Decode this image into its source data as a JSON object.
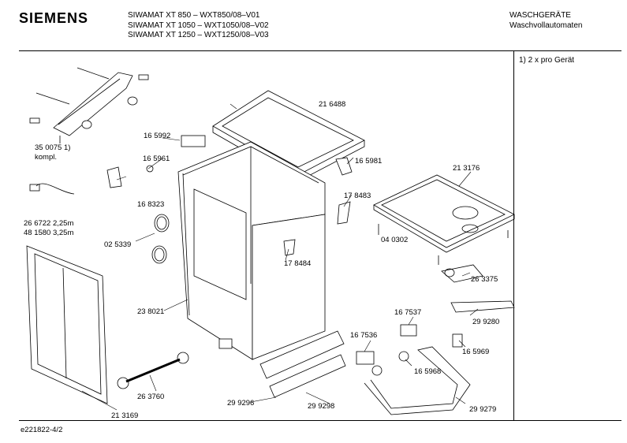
{
  "header": {
    "brand": "SIEMENS",
    "models": [
      "SIWAMAT XT  850 –  WXT850/08–V01",
      "SIWAMAT XT 1050 – WXT1050/08–V02",
      "SIWAMAT XT 1250 – WXT1250/08–V03"
    ],
    "category": "WASCHGERÄTE",
    "subcategory": "Waschvollautomaten"
  },
  "note": "1)  2 x pro Gerät",
  "footer": "e221822-4/2",
  "parts": [
    {
      "id": "p350075",
      "text": "35 0075  1)"
    },
    {
      "id": "kompl",
      "text": "kompl."
    },
    {
      "id": "p165992",
      "text": "16 5992"
    },
    {
      "id": "p165961",
      "text": "16 5961"
    },
    {
      "id": "p216488",
      "text": "21 6488"
    },
    {
      "id": "p165981",
      "text": "16 5981"
    },
    {
      "id": "p213176",
      "text": "21 3176"
    },
    {
      "id": "p168323",
      "text": "16 8323"
    },
    {
      "id": "p178483",
      "text": "17 8483"
    },
    {
      "id": "p266722",
      "text": "26 6722  2,25m"
    },
    {
      "id": "p481580",
      "text": "48 1580  3,25m"
    },
    {
      "id": "p040302",
      "text": "04 0302"
    },
    {
      "id": "p025339",
      "text": "02 5339"
    },
    {
      "id": "p178484",
      "text": "17 8484"
    },
    {
      "id": "p263375",
      "text": "26 3375"
    },
    {
      "id": "p238021",
      "text": "23 8021"
    },
    {
      "id": "p167537",
      "text": "16 7537"
    },
    {
      "id": "p299280",
      "text": "29 9280"
    },
    {
      "id": "p167536",
      "text": "16 7536"
    },
    {
      "id": "p165969",
      "text": "16 5969"
    },
    {
      "id": "p165968",
      "text": "16 5968"
    },
    {
      "id": "p263760",
      "text": "26 3760"
    },
    {
      "id": "p299296",
      "text": "29 9296"
    },
    {
      "id": "p299298",
      "text": "29 9298"
    },
    {
      "id": "p299279",
      "text": "29 9279"
    },
    {
      "id": "p213169",
      "text": "21 3169"
    }
  ]
}
